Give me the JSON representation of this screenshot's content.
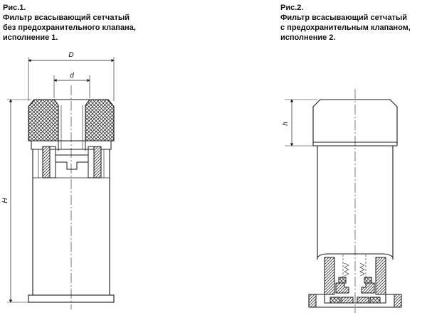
{
  "figure1": {
    "caption_lines": [
      "Рис.1.",
      "Фильтр всасывающий сетчатый",
      "без предохранительного клапана,",
      "исполнение 1."
    ],
    "dim_outer_diameter": "D",
    "dim_inner_diameter": "d",
    "dim_height": "H"
  },
  "figure2": {
    "caption_lines": [
      "Рис.2.",
      "Фильтр всасывающий сетчатый",
      "с предохранительным клапаном,",
      "исполнение 2."
    ],
    "dim_cap_height": "h"
  },
  "colors": {
    "line": "#1a1a1a",
    "hatch": "#333333"
  }
}
